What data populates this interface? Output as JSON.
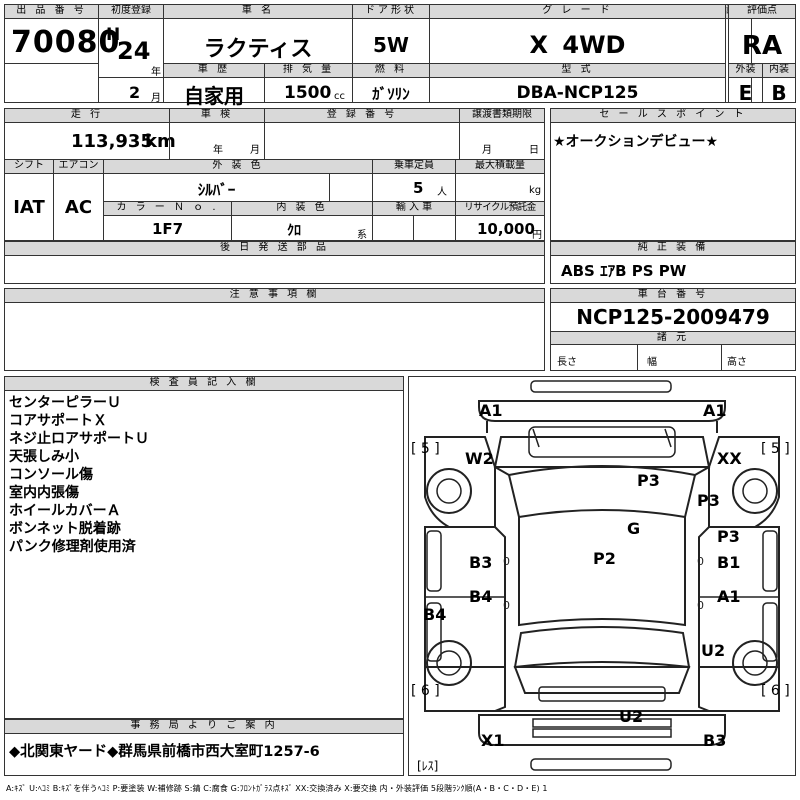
{
  "lot": {
    "label": "出 品 番 号",
    "value": "70080"
  },
  "first_reg": {
    "label": "初度登録",
    "era": "H",
    "year": "24",
    "year_unit": "年",
    "month": "2",
    "month_unit": "月"
  },
  "car_name": {
    "label": "車 名",
    "value": "ラクティス"
  },
  "door": {
    "label": "ドア形状",
    "value": "5W"
  },
  "grade": {
    "label": "グ レ ー ド",
    "value": "X 4WD"
  },
  "score": {
    "label": "評価点",
    "value": "RA"
  },
  "history": {
    "label": "車 歴",
    "value": "自家用"
  },
  "displacement": {
    "label": "排 気 量",
    "value": "1500",
    "unit": "cc"
  },
  "fuel": {
    "label": "燃 料",
    "value": "ｶﾞｿﾘﾝ"
  },
  "model": {
    "label": "型 式",
    "value": "DBA-NCP125"
  },
  "exterior_grade": {
    "label": "外装",
    "value": "E"
  },
  "interior_grade": {
    "label": "内装",
    "value": "B"
  },
  "mileage": {
    "label": "走 行",
    "value": "113,935",
    "unit": "km"
  },
  "inspection": {
    "label": "車 検",
    "year_unit": "年",
    "month_unit": "月"
  },
  "registration": {
    "label": "登 録 番 号"
  },
  "transfer": {
    "label": "譲渡書類期限",
    "month_unit": "月",
    "day_unit": "日"
  },
  "shift": {
    "label": "シフト",
    "value": "IAT"
  },
  "aircon": {
    "label": "エアコン",
    "value": "AC"
  },
  "color": {
    "label": "外 装 色",
    "value": "ｼﾙﾊﾞｰ"
  },
  "capacity": {
    "label": "乗車定員",
    "value": "5",
    "unit": "人"
  },
  "max_load": {
    "label": "最大積載量",
    "unit": "kg"
  },
  "color_no": {
    "label": "カ ラ ー Ｎ ｏ .",
    "value": "1F7"
  },
  "int_color": {
    "label": "内 装 色",
    "value": "ｸﾛ",
    "unit": "系"
  },
  "import": {
    "label": "輸 入 車"
  },
  "recycle": {
    "label": "リサイクル預託金",
    "value": "10,000",
    "unit": "円"
  },
  "later_parts": {
    "label": "後 日 発 送 部 品"
  },
  "sales_point": {
    "label": "セ ー ル ス ポ イ ン ト",
    "value": "★オークションデビュー★"
  },
  "equipment": {
    "label": "純 正 装 備",
    "value": "ABS ｴｱB PS PW"
  },
  "notes": {
    "label": "注 意 事 項 欄"
  },
  "chassis": {
    "label": "車 台 番 号",
    "value": "NCP125-2009479"
  },
  "specs": {
    "label": "諸 元",
    "length": "長さ",
    "width": "幅",
    "height": "高さ"
  },
  "inspector": {
    "label": "検 査 員 記 入 欄",
    "lines": [
      "センターピラーＵ",
      "コアサポートＸ",
      "ネジ止ロアサポートＵ",
      "天張しみ小",
      "コンソール傷",
      "室内内張傷",
      "ホイールカバーＡ",
      "ボンネット脱着跡",
      "パンク修理剤使用済"
    ]
  },
  "office": {
    "label": "事 務 局 よ り ご 案 内",
    "value": "◆北関東ヤード◆群馬県前橋市西大室町1257-6"
  },
  "diagram": {
    "marks": {
      "a1_left": "A1",
      "a1_right": "A1",
      "w2": "W2",
      "xx": "XX",
      "p3_roof": "P3",
      "p3_right_front": "P3",
      "g": "G",
      "p3_right_door": "P3",
      "b3_left": "B3",
      "p2": "P2",
      "b1": "B1",
      "b4_door": "B4",
      "a1_door": "A1",
      "b4_left": "B4",
      "u2_right": "U2",
      "u2_rear": "U2",
      "x1": "X1",
      "b3_rear": "B3"
    },
    "tire_fl": "[ 5 ]",
    "tire_fr": "[ 5 ]",
    "tire_rl": "[ 6 ]",
    "tire_rr": "[ 6 ]",
    "spare": "[ﾚｽ]"
  },
  "legend": "A:ｷｽﾞ U:ﾍｺﾐ B:ｷｽﾞを伴うﾍｺﾐ P:要塗装 W:補修跡 S:錆 C:腐食 G:ﾌﾛﾝﾄｶﾞﾗｽ点ｷｽﾞ XX:交換済み X:要交換 内・外装評価 5段階ﾗﾝｸ順(A・B・C・D・E) 1"
}
